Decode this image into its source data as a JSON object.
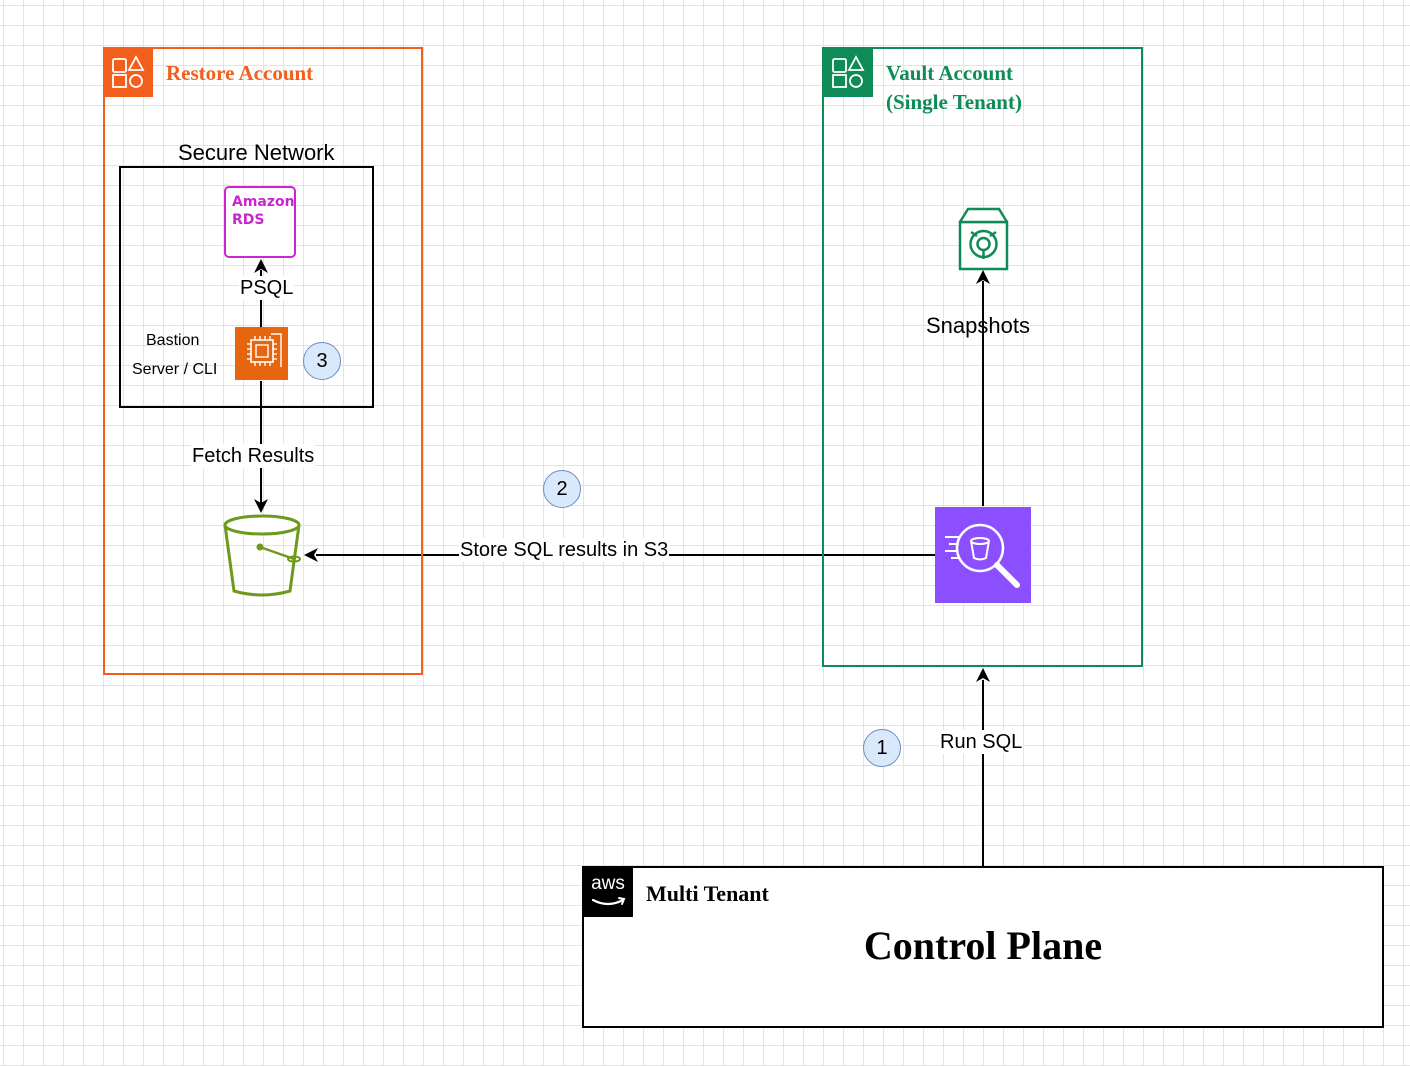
{
  "restore_account": {
    "title": "Restore Account",
    "color": "#f25e1b"
  },
  "vault_account": {
    "title_line1": "Vault Account",
    "title_line2": "(Single Tenant)",
    "color": "#0f8b57"
  },
  "secure_network": {
    "title": "Secure Network"
  },
  "rds": {
    "line1": "Amazon",
    "line2": "RDS",
    "color": "#c925d1"
  },
  "bastion": {
    "line1": "Bastion",
    "line2": "Server / CLI",
    "icon_color": "#e8650f"
  },
  "s3_bucket": {
    "color": "#6d9a1b"
  },
  "vault_service": {
    "color": "#8c4fff"
  },
  "snapshots": {
    "label": "Snapshots",
    "color": "#0f8b57"
  },
  "control_plane": {
    "header": "Multi Tenant",
    "title": "Control Plane",
    "logo_text": "aws"
  },
  "edges": {
    "psql": "PSQL",
    "fetch_results": "Fetch Results",
    "store_results": "Store SQL results in S3",
    "run_sql": "Run SQL"
  },
  "steps": {
    "one": "1",
    "two": "2",
    "three": "3"
  }
}
